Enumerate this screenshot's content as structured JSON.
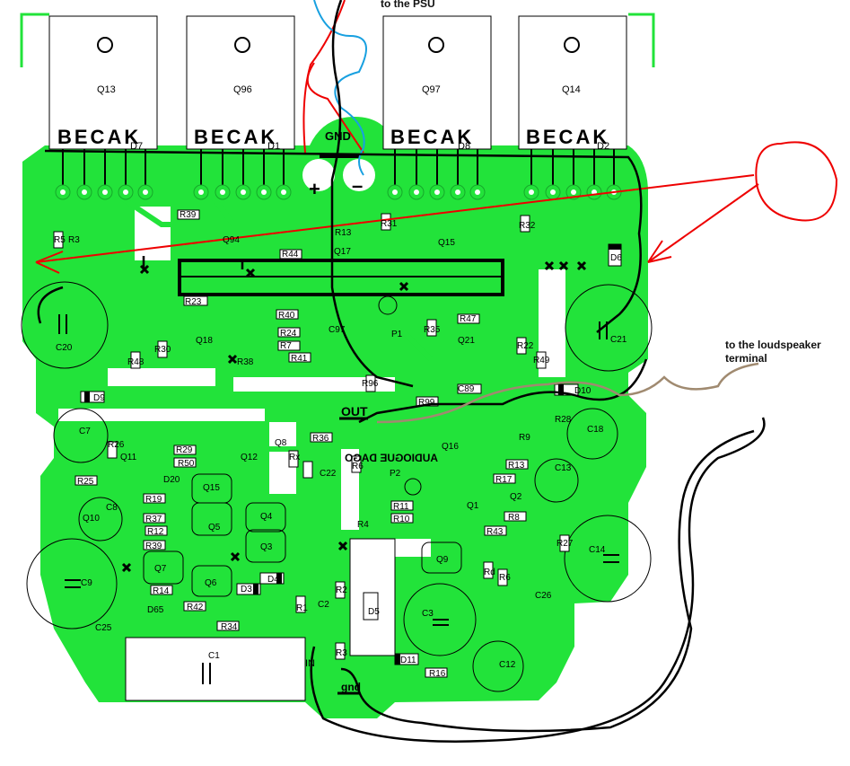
{
  "annotations": {
    "to_psu": "to the PSU",
    "to_speaker_line1": "to the loudspeaker",
    "to_speaker_line2": "terminal"
  },
  "board": {
    "gnd": "GND",
    "out": "OUT",
    "in": "IN",
    "gnd_bottom": "gnd",
    "plus": "+",
    "minus": "–",
    "mirror_text": "AUDIOGUE DAGO"
  },
  "transistors": [
    {
      "name": "Q13",
      "pins": "BECAK",
      "diode": "D7"
    },
    {
      "name": "Q96",
      "pins": "BECAK",
      "diode": "D1"
    },
    {
      "name": "Q97",
      "pins": "BECAK",
      "diode": "D8"
    },
    {
      "name": "Q14",
      "pins": "BECAK",
      "diode": "D2"
    }
  ],
  "labels": {
    "R39": "R39",
    "R5": "R5",
    "R3": "R3",
    "R31": "R31",
    "R32": "R32",
    "R44": "R44",
    "Q94": "Q94",
    "Q17": "Q17",
    "Q15": "Q15",
    "R13": "R13",
    "D6": "D6",
    "R23": "R23",
    "R40": "R40",
    "C97": "C97",
    "R47": "R47",
    "C20": "C20",
    "C21": "C21",
    "Q18": "Q18",
    "R24": "R24",
    "R38": "R38",
    "R7": "R7",
    "R41": "R41",
    "P1": "P1",
    "R35": "R35",
    "Q21": "Q21",
    "R22": "R22",
    "R30": "R30",
    "R48": "R48",
    "R49": "R49",
    "R96": "R96",
    "C89": "C89",
    "R99": "R99",
    "D9": "D9",
    "D10": "D10",
    "C7": "C7",
    "R26": "R26",
    "R29": "R29",
    "R50": "R50",
    "Q12": "Q12",
    "Q8": "Q8",
    "R36": "R36",
    "R9": "R9",
    "R28": "R28",
    "C18": "C18",
    "Q16": "Q16",
    "Q11": "Q11",
    "R25": "R25",
    "D20": "D20",
    "Q15b": "Q15",
    "Q4": "Q4",
    "Rx": "Rx",
    "C22": "C22",
    "R6": "R6",
    "C13": "C13",
    "R17": "R17",
    "R19": "R19",
    "R37": "R37",
    "Q5": "Q5",
    "Q10": "Q10",
    "C8": "C8",
    "R12": "R12",
    "R39b": "R39",
    "Q3": "Q3",
    "R11": "R11",
    "R10": "R10",
    "Q1": "Q1",
    "Q2": "Q2",
    "R8": "R8",
    "R43": "R43",
    "R27": "R27",
    "C14": "C14",
    "Q7": "Q7",
    "D4": "D4",
    "R4": "R4",
    "Q9": "Q9",
    "Rd": "Rd",
    "R6b": "R6",
    "C9": "C9",
    "R14": "R14",
    "Q6": "Q6",
    "D3": "D3",
    "R1": "R1",
    "C2": "C2",
    "R2": "R2",
    "C26": "C26",
    "D65": "D65",
    "R42": "R42",
    "C25": "C25",
    "C3": "C3",
    "R34": "R34",
    "C1": "C1",
    "R3b": "R3",
    "D11": "D11",
    "R16": "R16",
    "C12": "C12",
    "D5": "D5",
    "P2": "P2"
  }
}
